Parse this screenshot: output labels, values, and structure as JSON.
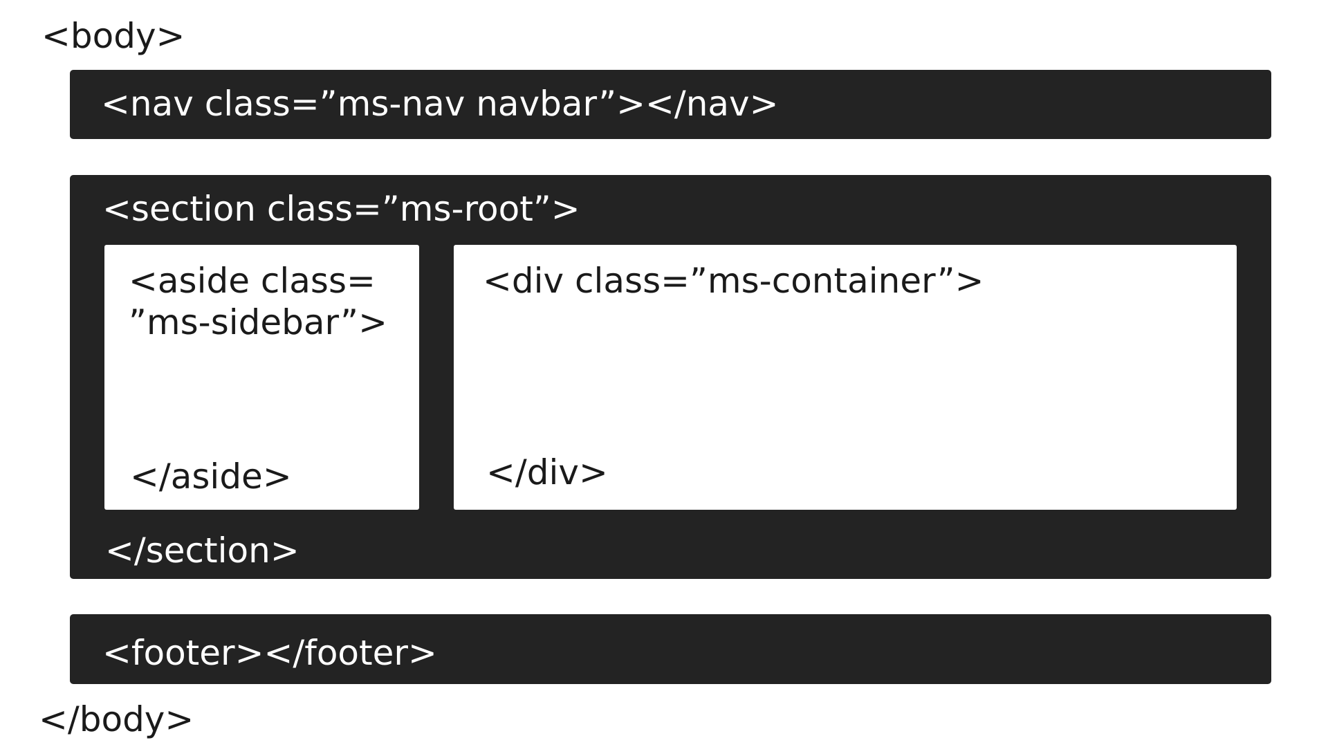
{
  "body": {
    "open_tag": "<body>",
    "close_tag": "</body>"
  },
  "nav": {
    "label": "<nav class=”ms-nav navbar”></nav>"
  },
  "section": {
    "open_tag": "<section class=”ms-root”>",
    "close_tag": "</section>",
    "aside": {
      "open_tag": "<aside class=\n”ms-sidebar”>",
      "close_tag": "</aside>"
    },
    "container": {
      "open_tag": "<div class=”ms-container”>",
      "close_tag": "</div>"
    }
  },
  "footer": {
    "label": "<footer></footer>"
  },
  "colors": {
    "dark_block": "#232323",
    "light_block": "#ffffff",
    "background": "#ffffff"
  }
}
